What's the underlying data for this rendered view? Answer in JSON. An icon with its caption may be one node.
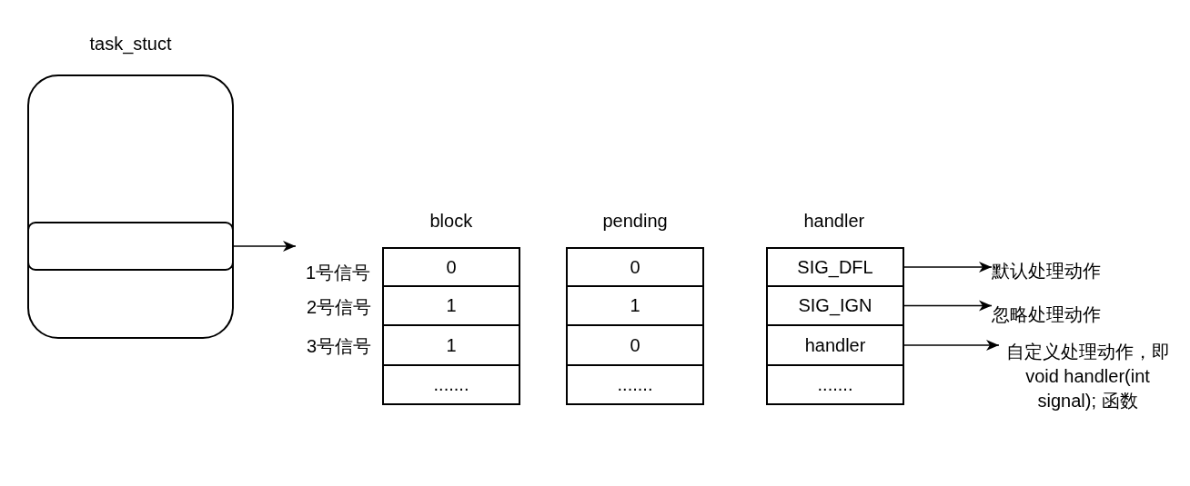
{
  "diagram": {
    "nodes": [
      {
        "text": [
          "task_stuct"
        ]
      },
      {
        "text": [],
        "shape": "box",
        "in": 0
      },
      {
        "text": [
          "0"
        ]
      },
      {
        "text": [
          "1"
        ]
      },
      {
        "text": [
          "1"
        ]
      },
      {
        "text": [
          "......."
        ]
      },
      {
        "text": [
          "0"
        ]
      },
      {
        "text": [
          "1"
        ]
      },
      {
        "text": [
          "0"
        ]
      },
      {
        "text": [
          "......."
        ]
      },
      {
        "text": [
          "SIG_DFL"
        ]
      },
      {
        "text": [
          "SIG_IGN"
        ]
      },
      {
        "text": [
          "handler"
        ]
      },
      {
        "text": [
          "......."
        ]
      },
      {
        "text": [
          "默认处理动作"
        ]
      },
      {
        "text": [
          "忽略处理动作"
        ]
      },
      {
        "text": [
          "自定义处理动作，即 void handler(int signal); 函数"
        ]
      },
      {
        "text": [
          "1号信号"
        ]
      }
    ],
    "edges": [
      {
        "from": 1,
        "to": 17,
        "arrow": "to"
      },
      {
        "from": 10,
        "to": 14,
        "arrow": "to"
      },
      {
        "from": 11,
        "to": 15,
        "arrow": "to"
      },
      {
        "from": 12,
        "to": 16,
        "arrow": "to"
      }
    ],
    "labels": [
      "block",
      "pending",
      "handler",
      "2号信号",
      "3号信号"
    ]
  }
}
